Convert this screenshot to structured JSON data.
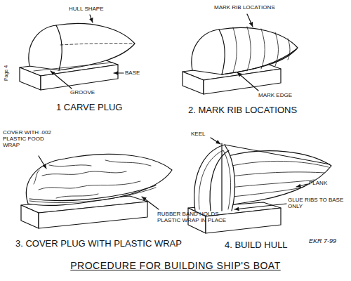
{
  "diagram": {
    "title": "PROCEDURE FOR BUILDING SHIP'S BOAT",
    "labels": [
      "HULL SHAPE",
      "BASE",
      "GROOVE",
      "1 CARVE PLUG",
      "MARK RIB LOCATIONS",
      "MARK EDGE",
      "2. MARK RIB LOCATIONS",
      "Page 4",
      "COVER WITH .002 PLASTIC FOOD WRAP",
      "RUBBER BAND HOLDS PLASTIC WRAP IN PLACE",
      "3. COVER PLUG WITH PLASTIC WRAP",
      "KEEL",
      "PLANK",
      "GLUE RIBS TO BASE ONLY",
      "4. BUILD HULL",
      "EKR 7-99"
    ]
  }
}
